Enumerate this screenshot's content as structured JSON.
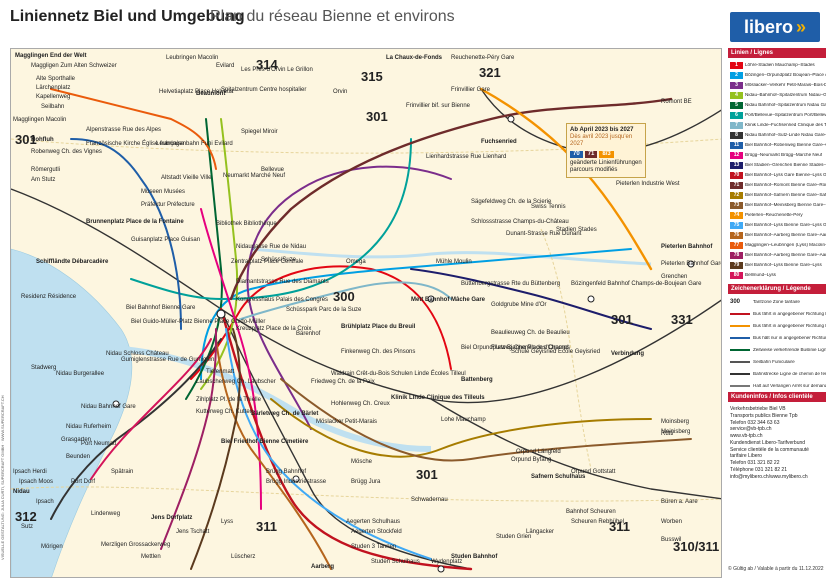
{
  "header": {
    "title_de": "Liniennetz Biel und Umgebung",
    "title_fr": "Plan du réseau Bienne et environs",
    "brand": "libero",
    "brand_mark": "»",
    "brand_color": "#1f5ea8",
    "accent_color": "#f3b100"
  },
  "notice": {
    "title": "Ab April 2023 bis 2027",
    "subtitle": "Dès avril 2023 jusqu'en 2027",
    "badges": [
      "70",
      "71",
      "8/3"
    ],
    "line1": "geänderte Linienführungen",
    "line2": "parcours modifiés"
  },
  "zones": [
    "315",
    "314",
    "321",
    "301",
    "300",
    "301",
    "331",
    "301",
    "301",
    "312",
    "311",
    "311",
    "310/311"
  ],
  "stations": [
    "Magglingen End der Welt",
    "Maggligen Zum Alten Schweizer",
    "Alte Sporthalle",
    "Lärchenplatz",
    "Kapellenweg",
    "Seilbahn",
    "Magglingen Macolin",
    "Hohfluh",
    "Robenweg Ch. des Vignes",
    "Römergutli",
    "Am Stutz",
    "Leubringen Macolin",
    "Evilard",
    "Les Prés-d'Orvin Le Grillon",
    "La Chaux-de-Fonds",
    "Reuchenette-Péry Gare",
    "Frinvillier Gare",
    "Romont BE",
    "Orvin",
    "Frinvillier bif. sur Bienne",
    "Spitalzentrum Centre hospitalier",
    "Beaumont",
    "Helvetiaplatz Place Helvetia",
    "Alpenstrasse Rue des Alpes",
    "Französische Kirche Église française",
    "Leubringenbahn Funi Evilard",
    "Spiegel Miroir",
    "Lienhardstrasse Rue Lienhard",
    "Fuchsenried",
    "Museen Musées",
    "Neumarkt Marché Neuf",
    "Altstadt Vieille Ville",
    "Bellevue",
    "Pieterlen Industrie West",
    "Präfektur Préfecture",
    "Brunnenplatz Place de la Fontaine",
    "Bibliothek Bibliothèque",
    "Guisanplatz Place Guisan",
    "Nidaugasse Rue de Nidau",
    "Sägefeldweg Ch. de la Scierie",
    "Schlossstrasse Champs-du-Château",
    "Swiss Tennis",
    "Schiffländte Débarcadère",
    "Zentralplatz Place Centrale",
    "Schüss/Suze",
    "Omega",
    "Mühle Moulin",
    "Dunant-Strasse Rue Dunant",
    "Stadien Stades",
    "Pieterlen Bahnhof",
    "Pieterlen Bahnhof Gare",
    "Grenchen",
    "Residenz Résidence",
    "Diamantstrasse Rue des Diamants",
    "Kongresshaus Palais des Congrès",
    "Schüsspark Parc de la Suze",
    "Mett Bahnhof Mâche Gare",
    "Büttenbergstrasse Rte du Büttenberg",
    "Bözingenfeld Bahnhof Champs-de-Boujean Gare",
    "Biel Bahnhof Bienne Gare",
    "Biel Guido-Müller-Platz Bienne Place Guido-Müller",
    "Kreuzplatz Place de la Croix",
    "Bärenhof",
    "Brühlplatz Place du Breuil",
    "Nidau Schloss Château",
    "Goldgrube Mine d'Or",
    "Beaulieuweg Ch. de Beaulieu",
    "Flurweg Chemin des Champs",
    "Biel Orpundplatz Bienne Place d'Orpond",
    "Schule Geyisried École Geyisried",
    "Verbindung",
    "Stadwerg",
    "Nidau Burgerallee",
    "Gumiglenstrasse Rue de Gumiglen",
    "Finkenweg Ch. des Pinsons",
    "Waldrain Crêt-du-Bois",
    "Schulen Linde Écoles Tilleul",
    "Battenberg",
    "Tiefenmatt",
    "Laubscherweg Ch. Laubscher",
    "Zihlplatz Pl. de la Thielle",
    "Kutterweg Ch. Kutter",
    "Friedweg Ch. de la Paix",
    "Hohlenweg Ch. Creux",
    "Klinik Linde Clinique des Tilleuls",
    "Lohe Mauchamp",
    "Nidau Bahnhof Gare",
    "Nidau Ruferheim",
    "Grasgarten",
    "Port Neumatt",
    "Beunden",
    "Bärletweg Ch. de Bärlet",
    "Möslacker Petit-Marais",
    "Orpund Längfeld",
    "Orpund Byfang",
    "Orpund Gottstatt",
    "Moinsberg",
    "Rütti",
    "Biel Friedhof Bienne Cimetière",
    "Brügg Bahnhof",
    "Brügg Industriestrasse",
    "Mösche",
    "Brügg Jura",
    "Port Dorf",
    "Spätrain",
    "Nidau",
    "Ipsach Herdi",
    "Ipsach Moos",
    "Ipsach",
    "Sutz",
    "Mörigen",
    "Lindenweg",
    "Jens Dorfplatz",
    "Lyss",
    "Aegerten Schulhaus",
    "Aegerten Stockfeld",
    "Studen 3 Tannen",
    "Studen Schulhaus",
    "Wydenplatz",
    "Studen Bahnhof",
    "Studen Grien",
    "Längacker",
    "Worben",
    "Busswil",
    "Büren a. Aare",
    "Scheuren Rebhübel",
    "Aarberg",
    "Merzligen Grossackerweg",
    "Jens Tschatt",
    "Mettlen",
    "Lüscherz",
    "Schwadernau",
    "Bahnhof Scheuren",
    "Safnern Schulhaus",
    "Meinisberg"
  ],
  "sidebar": {
    "lines_header": "Linien / Lignes",
    "lines": [
      {
        "num": "1",
        "color": "#e30613",
        "label": "Löhre-Stadien Mauchamp–Stades"
      },
      {
        "num": "2",
        "color": "#009fe3",
        "label": "Bözingen–Orpundplatz Boujean–Place d'Orpond"
      },
      {
        "num": "3",
        "color": "#7b2d8b",
        "label": "Mösliacker–Verkehr Petit-Marais–Bois-Doucet"
      },
      {
        "num": "4",
        "color": "#95c11f",
        "label": "Nidau–Bahnhof–Spitalzentrum Nidau–Gare–Centre hospitalier"
      },
      {
        "num": "5",
        "color": "#006633",
        "label": "Nidau Bahnhof–Spitalzentrum Nidau Gare–Centre hospitalier"
      },
      {
        "num": "6",
        "color": "#00a19a",
        "label": "Port/Bellevue–Spitalzentrum Port/Bellevue–Centre hospitalier"
      },
      {
        "num": "7",
        "color": "#7fb7c9",
        "label": "Klinik Linde–Fuchsenried Clinique des Tilleuls–Fuchsenried"
      },
      {
        "num": "8",
        "color": "#333333",
        "label": "Nidau Bahnhof–Sutz-Linde Nidau Gare–Sutz-Linde"
      },
      {
        "num": "11",
        "color": "#1f5ea8",
        "label": "Biel Bahnhof–Robenweg Bienne Gare–Ch. des Vignes"
      },
      {
        "num": "12",
        "color": "#e6007e",
        "label": "Brügg–Neumarkt Brügg–Marché Neuf"
      },
      {
        "num": "13",
        "color": "#1d1d6b",
        "label": "Biel Stadien–Grenchen Bienne Stades–Granges"
      },
      {
        "num": "70",
        "color": "#c1121f",
        "label": "Biel Bahnhof–Lyss Gare Bienne–Lyss Gare"
      },
      {
        "num": "71",
        "color": "#6e2b2b",
        "label": "Biel Bahnhof–Romont Bienne Gare–Romont"
      },
      {
        "num": "72",
        "color": "#a67c00",
        "label": "Biel Bahnhof–Safnern Bienne Gare–Safnern"
      },
      {
        "num": "73",
        "color": "#8b5a2b",
        "label": "Biel Bahnhof–Meinisberg Bienne Gare–Meinisberg"
      },
      {
        "num": "74",
        "color": "#f39200",
        "label": "Pieterlen–Reuchenette-Péry"
      },
      {
        "num": "75",
        "color": "#3fa9f5",
        "label": "Biel Bahnhof–Lyss Bienne Gare–Lyss Gare"
      },
      {
        "num": "76",
        "color": "#b5651d",
        "label": "Biel Bahnhof–Aarberg Bienne Gare–Aarberg"
      },
      {
        "num": "77",
        "color": "#ea5b0c",
        "label": "Magglingen–Leubringen (Lyss) Macolin–Evilard"
      },
      {
        "num": "78",
        "color": "#9e1f63",
        "label": "Biel Bahnhof–Aarberg Bienne Gare–Aarberg"
      },
      {
        "num": "79",
        "color": "#5b3a1e",
        "label": "Biel Bahnhof–Lyss Bienne Gare–Lyss"
      },
      {
        "num": "80",
        "color": "#d4145a",
        "label": "Bellmund–Lyss"
      }
    ],
    "legend_header": "Zeichenerklärung / Légende",
    "legend": [
      {
        "sym": "300",
        "label": "Tarifzone Zone tarifaire"
      },
      {
        "sym": "red-line-dot",
        "label": "Bus fährt in angegebener Richtung Bus circule dans la direction indiquée"
      },
      {
        "sym": "orange-line-dot",
        "label": "Bus fährt in angegebener Richtung Bus circule dans la direction indiquée"
      },
      {
        "sym": "blue-line-dot",
        "label": "Bus hält nur in angegebener Richtung Bus s'arrête seulement dans la direction indiquée"
      },
      {
        "sym": "double-line",
        "label": "Zeitweise verkehrende Buslinie Ligne de bus circulant parfois"
      },
      {
        "sym": "cable-line",
        "label": "Seilbahn Funiculaire"
      },
      {
        "sym": "rail-line",
        "label": "Bahnstrecke Ligne de chemin de fer"
      },
      {
        "sym": "stop-on-demand",
        "label": "Halt auf Verlangen Arrêt sur demande"
      }
    ],
    "info_header": "Kundeninfos / Infos clientèle",
    "info_lines": [
      "Verkehrsbetriebe Biel VB",
      "Transports publics Bienne Tpb",
      "Telefon 032 344 63 63",
      "service@vb-tpb.ch",
      "www.vb-tpb.ch",
      "Kundendienst Libero-Tarifverbund",
      "Service clientèle de la communauté tarifaire Libero",
      "Telefon 031 321 82 22",
      "Téléphone 031 321 82 21",
      "info@mylibero.ch/www.mylibero.ch"
    ],
    "validity": "© Gültig ab / Valable à partir du 11.12.2022"
  },
  "side_note": "VISUELLE GESTALTUNG: JULIA CURTI, SUPERCRAFT GMBH · WWW.SUPERCRAFT.CH"
}
